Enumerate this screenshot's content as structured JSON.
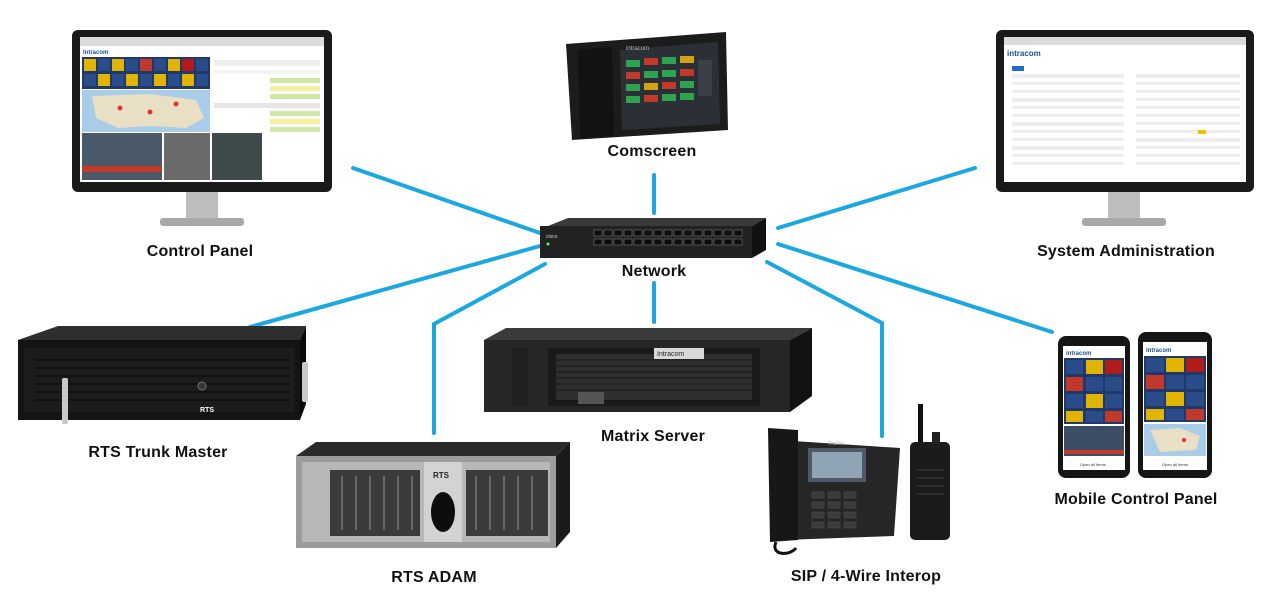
{
  "colors": {
    "link": "#1ba8e0",
    "device_dark": "#1a1a1a",
    "screen_blue": "#1f3a6a"
  },
  "hub": {
    "label": "Network",
    "brand": "cisco"
  },
  "nodes": {
    "control_panel": {
      "label": "Control Panel",
      "brand": "Intracom"
    },
    "comscreen": {
      "label": "Comscreen",
      "brand": "intracom"
    },
    "system_admin": {
      "label": "System Administration",
      "brand": "intracom"
    },
    "rts_trunk_master": {
      "label": "RTS Trunk Master",
      "brand": "RTS"
    },
    "rts_adam": {
      "label": "RTS ADAM",
      "brand": "RTS"
    },
    "matrix_server": {
      "label": "Matrix Server",
      "brand": "Intracom"
    },
    "sip_interop": {
      "label": "SIP / 4-Wire Interop",
      "brand": "Yealink"
    },
    "mobile_panel": {
      "label": "Mobile Control Panel",
      "brand": "intracom",
      "button": "Open all Items"
    }
  }
}
